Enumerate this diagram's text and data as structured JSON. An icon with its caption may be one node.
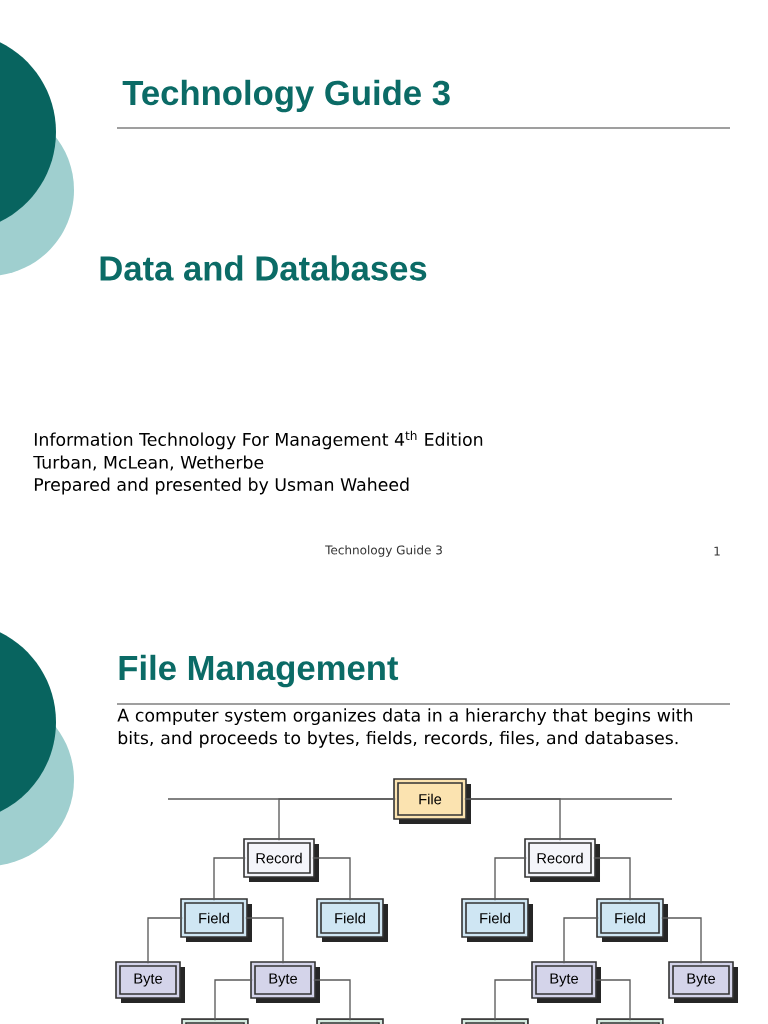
{
  "diagram": {
    "nodes": [
      {
        "text": [
          "File"
        ]
      },
      {
        "text": [
          "Record"
        ]
      },
      {
        "text": [
          "Record"
        ]
      },
      {
        "text": [
          "Field"
        ]
      },
      {
        "text": [
          "Field"
        ]
      },
      {
        "text": [
          "Field"
        ]
      },
      {
        "text": [
          "Field"
        ]
      },
      {
        "text": [
          "Byte"
        ]
      },
      {
        "text": [
          "Byte"
        ]
      },
      {
        "text": [
          "Byte"
        ]
      },
      {
        "text": [
          "Byte"
        ]
      },
      {
        "text": [],
        "shape": "box"
      },
      {
        "text": [],
        "shape": "box"
      },
      {
        "text": [],
        "shape": "box"
      },
      {
        "text": [],
        "shape": "box"
      }
    ],
    "edges": [
      {
        "from": 0,
        "to": 1,
        "arrow": "none"
      },
      {
        "from": 0,
        "to": 2,
        "arrow": "none"
      },
      {
        "from": 1,
        "to": 3,
        "arrow": "none"
      },
      {
        "from": 1,
        "to": 4,
        "arrow": "none"
      },
      {
        "from": 2,
        "to": 5,
        "arrow": "none"
      },
      {
        "from": 2,
        "to": 6,
        "arrow": "none"
      },
      {
        "from": 3,
        "to": 7,
        "arrow": "none"
      },
      {
        "from": 3,
        "to": 8,
        "arrow": "none"
      },
      {
        "from": 6,
        "to": 9,
        "arrow": "none"
      },
      {
        "from": 6,
        "to": 10,
        "arrow": "none"
      },
      {
        "from": 8,
        "to": 11,
        "arrow": "none"
      },
      {
        "from": 8,
        "to": 12,
        "arrow": "none"
      },
      {
        "from": 9,
        "to": 13,
        "arrow": "none"
      },
      {
        "from": 9,
        "to": 14,
        "arrow": "none"
      }
    ],
    "labels": [
      "Technology Guide 3",
      "Data and Databases",
      "Information Technology For Management 4$^{th}$ Edition",
      "Turban, McLean, Wetherbe",
      "Prepared and presented by Usman Waheed",
      "Technology Guide 3",
      "1",
      "File Management",
      "A computer system organizes data in a hierarchy that begins with bits, and proceeds to bytes, fields, records, files, and databases."
    ]
  }
}
